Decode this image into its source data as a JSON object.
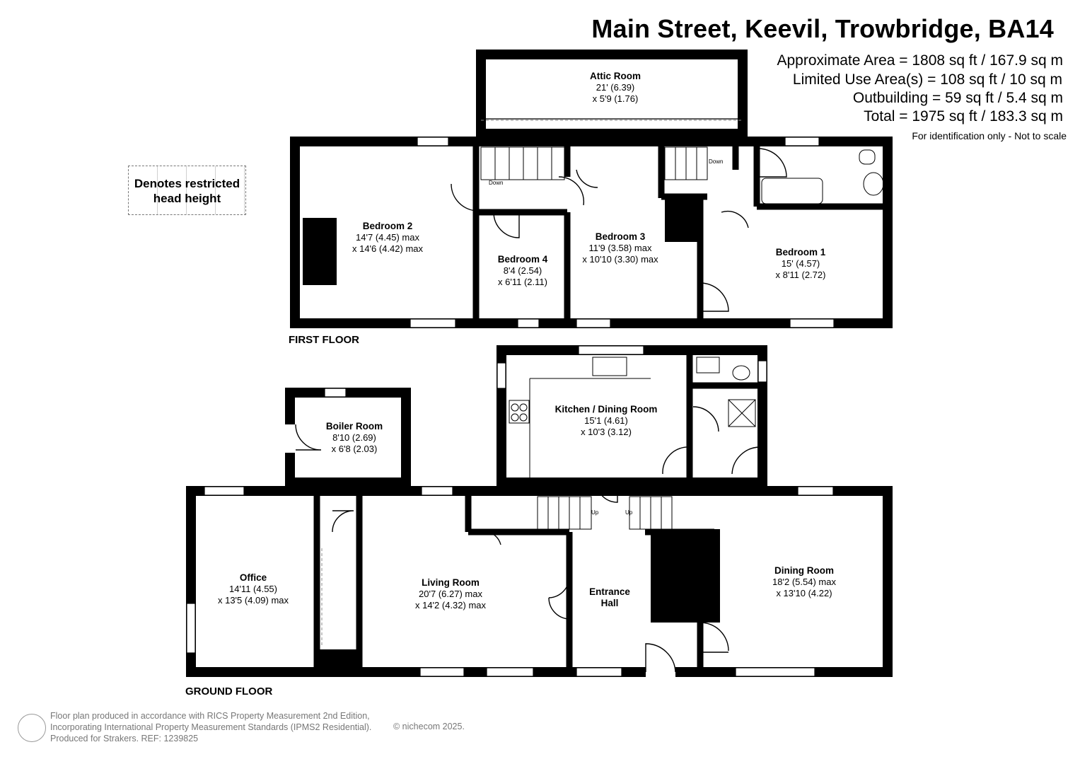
{
  "header": {
    "address": "Main Street, Keevil, Trowbridge, BA14",
    "areas": [
      "Approximate Area = 1808 sq ft / 167.9 sq m",
      "Limited Use Area(s) = 108 sq ft / 10 sq m",
      "Outbuilding = 59 sq ft / 5.4 sq m",
      "Total = 1975 sq ft / 183.3 sq m"
    ],
    "note": "For identification only - Not to scale"
  },
  "legend": {
    "text_line1": "Denotes restricted",
    "text_line2": "head height"
  },
  "floors": {
    "first": "FIRST FLOOR",
    "ground": "GROUND FLOOR"
  },
  "rooms": {
    "attic": {
      "name": "Attic Room",
      "dim1": "21' (6.39)",
      "dim2": "x 5'9 (1.76)"
    },
    "bedroom2": {
      "name": "Bedroom 2",
      "dim1": "14'7 (4.45) max",
      "dim2": "x 14'6 (4.42) max"
    },
    "bedroom4": {
      "name": "Bedroom 4",
      "dim1": "8'4 (2.54)",
      "dim2": "x 6'11 (2.11)"
    },
    "bedroom3": {
      "name": "Bedroom 3",
      "dim1": "11'9 (3.58) max",
      "dim2": "x 10'10 (3.30) max"
    },
    "bedroom1": {
      "name": "Bedroom 1",
      "dim1": "15' (4.57)",
      "dim2": "x 8'11 (2.72)"
    },
    "kitchen": {
      "name": "Kitchen / Dining Room",
      "dim1": "15'1 (4.61)",
      "dim2": "x 10'3 (3.12)"
    },
    "boiler": {
      "name": "Boiler Room",
      "dim1": "8'10 (2.69)",
      "dim2": "x 6'8 (2.03)"
    },
    "office": {
      "name": "Office",
      "dim1": "14'11 (4.55)",
      "dim2": "x 13'5 (4.09) max"
    },
    "living": {
      "name": "Living Room",
      "dim1": "20'7 (6.27) max",
      "dim2": "x 14'2 (4.32) max"
    },
    "entrance": {
      "name1": "Entrance",
      "name2": "Hall"
    },
    "dining": {
      "name": "Dining Room",
      "dim1": "18'2 (5.54) max",
      "dim2": "x 13'10 (4.22)"
    }
  },
  "stair_labels": {
    "down": "Down",
    "up": "Up"
  },
  "footer": {
    "line1": "Floor plan produced in accordance with RICS Property Measurement 2nd Edition,",
    "line2": "Incorporating International Property Measurement Standards (IPMS2 Residential).",
    "line3": "Produced for Strakers.   REF: 1239825",
    "copyright": "© nichecom 2025."
  },
  "colors": {
    "wall": "#000000",
    "restricted": "#888888",
    "footer_text": "#777777"
  }
}
